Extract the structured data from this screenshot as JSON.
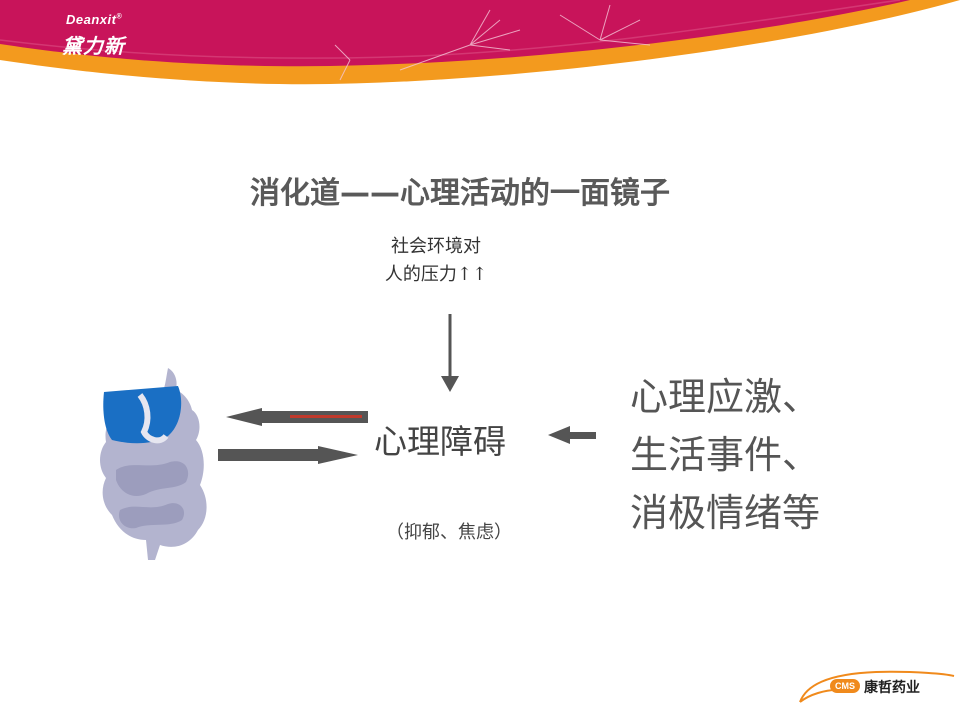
{
  "brand": {
    "logo_en": "Deanxit",
    "logo_mark": "®",
    "logo_cn": "黛力新"
  },
  "slide": {
    "title": "消化道——心理活动的一面镜子",
    "pressure_line1": "社会环境对",
    "pressure_line2": "人的压力↑↑",
    "center_label": "心理障碍",
    "sub_label": "（抑郁、焦虑）",
    "factors": [
      "心理应激、",
      "生活事件、",
      "消极情绪等"
    ]
  },
  "footer": {
    "cms_badge": "CMS",
    "company": "康哲药业"
  },
  "colors": {
    "banner_magenta": "#c8145a",
    "banner_orange": "#f39a1e",
    "arrow_gray": "#555555",
    "arrow_red": "#c0392b",
    "organ_blue": "#1a6fc4",
    "intestine_gray": "#b3b4cf"
  },
  "icons": {
    "banner_decoration": "dandelion-seeds",
    "organ": "digestive-tract-icon"
  }
}
